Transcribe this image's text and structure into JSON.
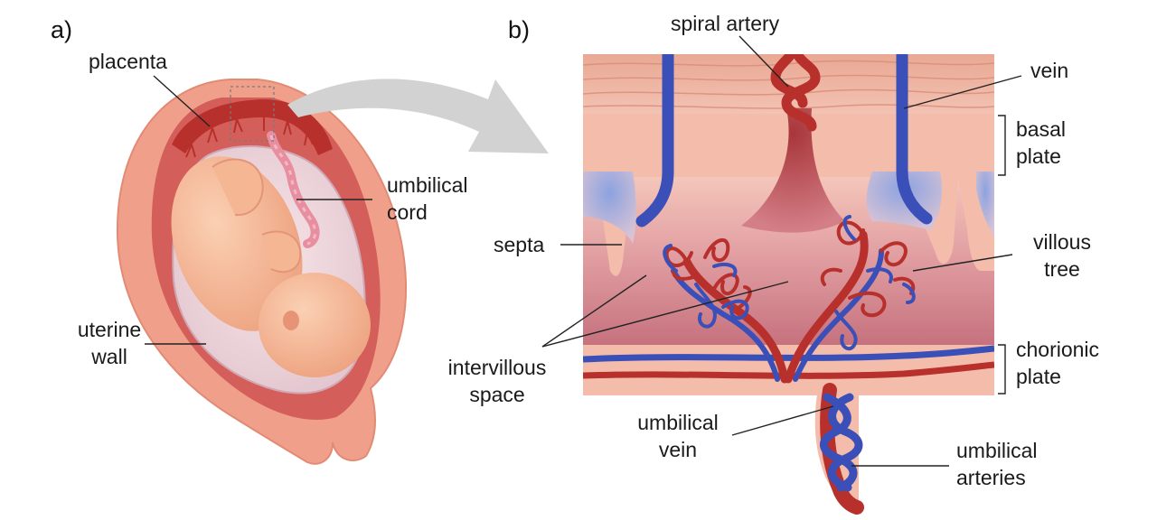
{
  "panels": {
    "a": "a)",
    "b": "b)"
  },
  "labels": {
    "placenta": "placenta",
    "umbilical_cord": [
      "umbilical",
      "cord"
    ],
    "uterine_wall": [
      "uterine",
      "wall"
    ],
    "spiral_artery": "spiral artery",
    "vein": "vein",
    "basal_plate": [
      "basal",
      "plate"
    ],
    "septa": "septa",
    "villous_tree": [
      "villous",
      "tree"
    ],
    "intervillous_space": [
      "intervillous",
      "space"
    ],
    "chorionic_plate": [
      "chorionic",
      "plate"
    ],
    "umbilical_vein": [
      "umbilical",
      "vein"
    ],
    "umbilical_arteries": [
      "umbilical",
      "arteries"
    ]
  },
  "colors": {
    "artery": "#b8302c",
    "vein": "#3a4fb8",
    "uterus": "#f0a08a",
    "tissue": "#f4b7a6",
    "maternal_blood": "#c5707a",
    "background": "#ffffff"
  }
}
